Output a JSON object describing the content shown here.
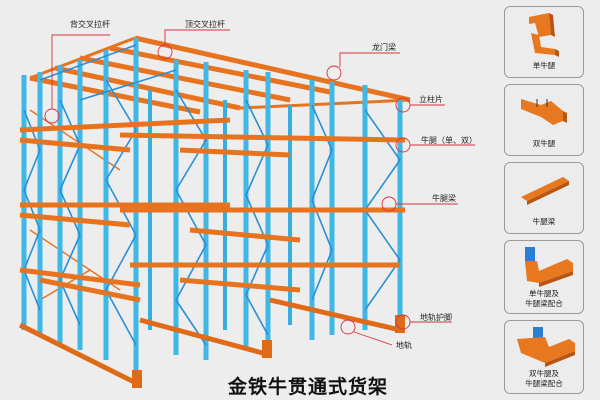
{
  "title": "金铁牛贯通式货架",
  "colors": {
    "background": "#ededed",
    "upright_blue": "#3fb8e8",
    "brace_blue": "#2a8fd6",
    "beam_orange": "#e8731e",
    "callout_red": "#d9323a",
    "panel_border": "#9a9a9a"
  },
  "callouts": [
    {
      "id": "back-cross-brace",
      "label": "背交叉拉杆"
    },
    {
      "id": "top-cross-brace",
      "label": "顶交叉拉杆"
    },
    {
      "id": "gantry-beam",
      "label": "龙门梁"
    },
    {
      "id": "upright-frame",
      "label": "立柱片"
    },
    {
      "id": "corbel",
      "label": "牛腿（单、双）"
    },
    {
      "id": "corbel-rail-beam",
      "label": "牛腿梁"
    },
    {
      "id": "floor-rail-guard",
      "label": "地轨护脚"
    },
    {
      "id": "floor-rail",
      "label": "地轨"
    }
  ],
  "components": [
    {
      "id": "single-corbel",
      "caption": "单牛腿"
    },
    {
      "id": "double-corbel",
      "caption": "双牛腿"
    },
    {
      "id": "corbel-beam",
      "caption": "牛腿梁"
    },
    {
      "id": "single-corbel-with-beam",
      "caption_line1": "单牛腿及",
      "caption_line2": "牛腿梁配合"
    },
    {
      "id": "double-corbel-with-beam",
      "caption_line1": "双牛腿及",
      "caption_line2": "牛腿梁配合"
    }
  ]
}
